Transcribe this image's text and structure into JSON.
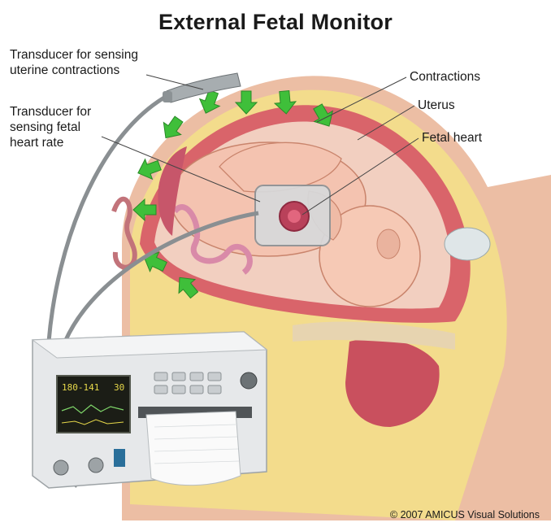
{
  "title": "External Fetal Monitor",
  "labels": {
    "uterine_transducer": [
      "Transducer for sensing",
      "uterine contractions"
    ],
    "fetal_hr_transducer": [
      "Transducer for",
      "sensing fetal",
      "heart rate"
    ],
    "contractions": "Contractions",
    "uterus": "Uterus",
    "fetal_heart": "Fetal heart"
  },
  "monitor_screen": {
    "row1": "180-141",
    "row2": "30"
  },
  "copyright": "© 2007 AMICUS Visual Solutions",
  "colors": {
    "skin": "#e9b79a",
    "uterus_wall": "#d9646a",
    "fat_layer": "#f3dc8c",
    "arrow": "#3fbf3a",
    "screen": "#1b1d16",
    "screen_text": "#e6d84a"
  },
  "icons": {
    "contraction_arrow": "green-arrow-icon",
    "transducer": "transducer-icon"
  }
}
